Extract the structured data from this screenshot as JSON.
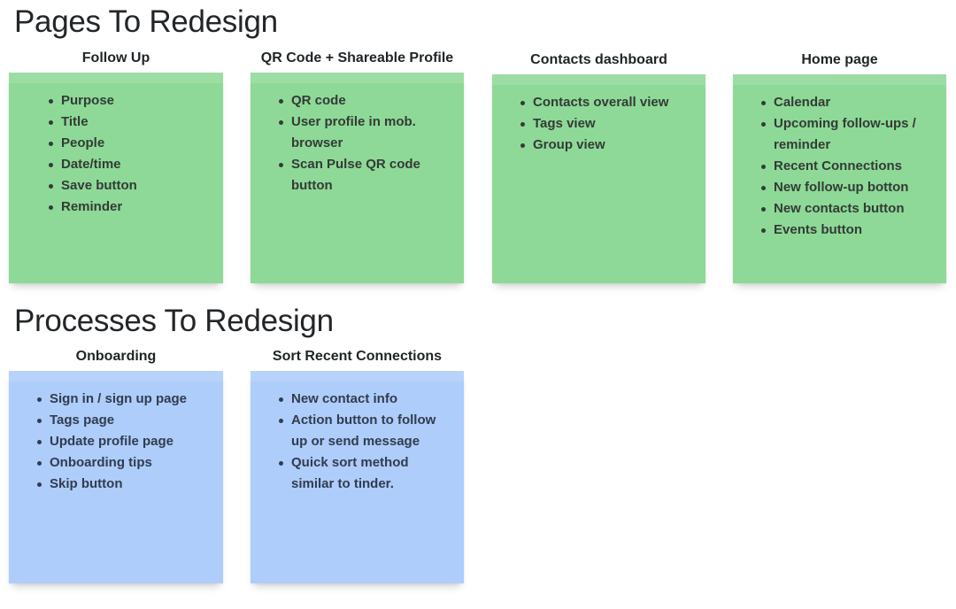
{
  "board": {
    "background": "#ffffff"
  },
  "colors": {
    "board_bg": "#ffffff",
    "green_note": "#8ED997",
    "blue_note": "#AECDFA",
    "title_text": "#232629",
    "label_text": "#1F2426",
    "note_text_green": "#333B36",
    "note_text_blue": "#313C4F"
  },
  "sections": [
    {
      "title": "Pages To Redesign",
      "notes": [
        {
          "label": "Follow Up",
          "color": "green",
          "items": [
            "Purpose",
            "Title",
            "People",
            "Date/time",
            "Save button",
            "Reminder"
          ]
        },
        {
          "label": "QR Code + Shareable Profile",
          "color": "green",
          "items": [
            "QR code",
            "User profile in mob. browser",
            "Scan Pulse QR code button"
          ]
        },
        {
          "label": "Contacts dashboard",
          "color": "green",
          "items": [
            "Contacts overall view",
            "Tags view",
            "Group view"
          ]
        },
        {
          "label": "Home page",
          "color": "green",
          "items": [
            "Calendar",
            "Upcoming follow-ups / reminder",
            "Recent Connections",
            "New follow-up botton",
            "New contacts button",
            "Events button"
          ]
        }
      ]
    },
    {
      "title": "Processes To Redesign",
      "notes": [
        {
          "label": "Onboarding",
          "color": "blue",
          "items": [
            "Sign in / sign up page",
            "Tags page",
            "Update profile page",
            "Onboarding tips",
            "Skip button"
          ]
        },
        {
          "label": "Sort Recent Connections",
          "color": "blue",
          "items": [
            "New contact info",
            "Action button to follow up or send message",
            "Quick sort method similar to tinder."
          ]
        }
      ]
    }
  ]
}
